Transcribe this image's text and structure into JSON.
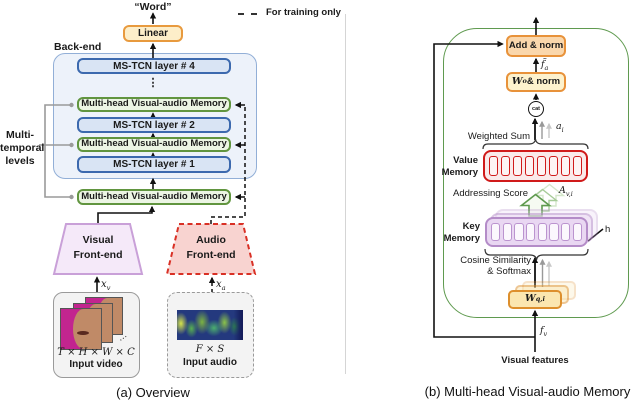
{
  "legend": {
    "dash_label": "For training only"
  },
  "a": {
    "word": "“Word”",
    "linear": "Linear",
    "backend": "Back-end",
    "stack": {
      "tcn4": "MS-TCN layer # 4",
      "dots": "⋮",
      "mem": "Multi-head Visual-audio Memory",
      "tcn2": "MS-TCN layer # 2",
      "tcn1": "MS-TCN layer # 1"
    },
    "mtl1": "Multi-",
    "mtl2": "temporal",
    "mtl3": "levels",
    "vf1": "Visual",
    "vf2": "Front-end",
    "af1": "Audio",
    "af2": "Front-end",
    "xv_b": "x",
    "xv_s": "v",
    "xa_b": "x",
    "xa_s": "a",
    "video": {
      "dims": "T × H × W × C",
      "label": "Input video",
      "dots": "⋯"
    },
    "audio": {
      "dims": "F × S",
      "label": "Input audio"
    },
    "caption": "(a) Overview"
  },
  "b": {
    "add_norm": "Add & norm",
    "wo_b": "W",
    "wo_s": "o",
    "wo_rest": " & norm",
    "cat": "cat",
    "fa_b": "f̃",
    "fa_s": "a",
    "ai_b": "a",
    "ai_s": "i",
    "weighted_sum": "Weighted Sum",
    "value1": "Value",
    "value2": "Memory",
    "addressing": "Addressing Score",
    "av_b": "A",
    "av_s": "v,i",
    "key1": "Key",
    "key2": "Memory",
    "h": "h",
    "cos1": "Cosine Similarity",
    "cos2": "& Softmax",
    "wq_b": "W",
    "wq_s": "q,i",
    "fv_b": "f",
    "fv_s": "v",
    "visual_features": "Visual features",
    "value_slots": 8,
    "key_slots": 8,
    "caption": "(b) Multi-head Visual-audio Memory"
  },
  "colors": {
    "orange": "#e8923a",
    "blue": "#3c69ae",
    "green": "#5f9a4f",
    "red": "#d01a1a",
    "purple": "#b48cc8",
    "magenta": "#c2258f"
  }
}
